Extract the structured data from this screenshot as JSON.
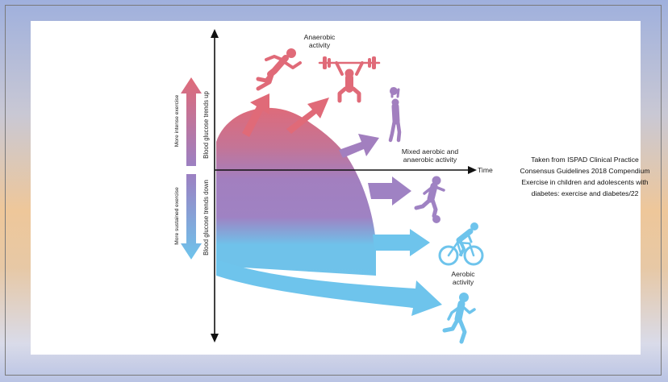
{
  "labels": {
    "anaerobic": [
      "Anaerobic",
      "activity"
    ],
    "mixed": [
      "Mixed aerobic and",
      "anaerobic activity"
    ],
    "aerobic": [
      "Aerobic",
      "activity"
    ],
    "time_axis": "Time",
    "glucose_up": "Blood glucose trends up",
    "glucose_down": "Blood glucose trends down",
    "intense": "More intense exercise",
    "sustained": "More sustained exercise"
  },
  "caption": [
    "Taken from ISPAD Clinical Practice",
    "Consensus Guidelines 2018 Compendium",
    "Exercise in children and adolescents with",
    "diabetes: exercise and diabetes/22"
  ],
  "colors": {
    "anaerobic": "#e06a78",
    "mixed": "#9f7fc0",
    "aerobic": "#6cc3ea"
  },
  "icons": [
    "sprinter-icon",
    "weightlifter-icon",
    "basketball-player-icon",
    "soccer-player-icon",
    "cyclist-icon",
    "runner-icon"
  ]
}
